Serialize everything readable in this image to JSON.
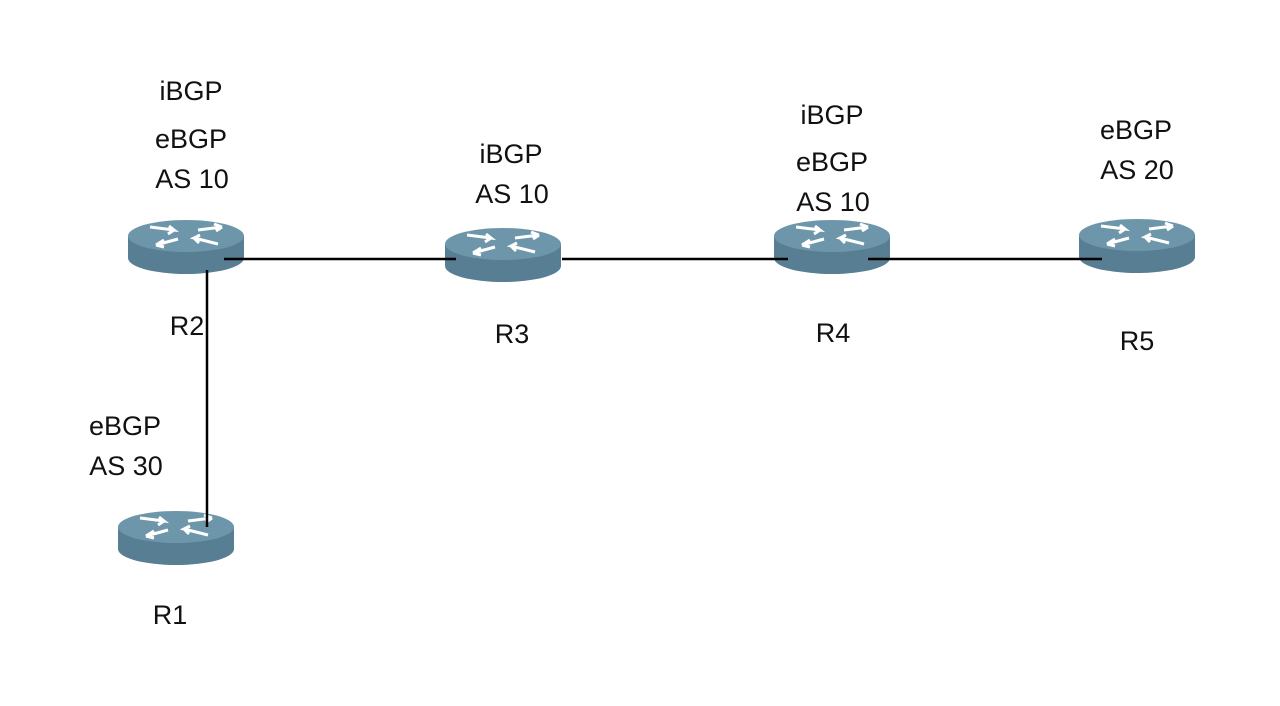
{
  "colors": {
    "link": "#000000",
    "router_top": "#6e96aa",
    "router_side": "#577e92",
    "router_arrow": "#ffffff",
    "text": "#111111"
  },
  "routers": [
    {
      "id": "r1",
      "name": "R1",
      "labels": [
        "eBGP",
        "AS 30"
      ]
    },
    {
      "id": "r2",
      "name": "R2",
      "labels": [
        "iBGP",
        "eBGP",
        "AS 10"
      ]
    },
    {
      "id": "r3",
      "name": "R3",
      "labels": [
        "iBGP",
        "AS 10"
      ]
    },
    {
      "id": "r4",
      "name": "R4",
      "labels": [
        "iBGP",
        "eBGP",
        "AS 10"
      ]
    },
    {
      "id": "r5",
      "name": "R5",
      "labels": [
        "eBGP",
        "AS 20"
      ]
    }
  ],
  "links": [
    {
      "from": "R2",
      "to": "R3"
    },
    {
      "from": "R3",
      "to": "R4"
    },
    {
      "from": "R4",
      "to": "R5"
    },
    {
      "from": "R2",
      "to": "R1"
    }
  ],
  "icon": "router-icon"
}
